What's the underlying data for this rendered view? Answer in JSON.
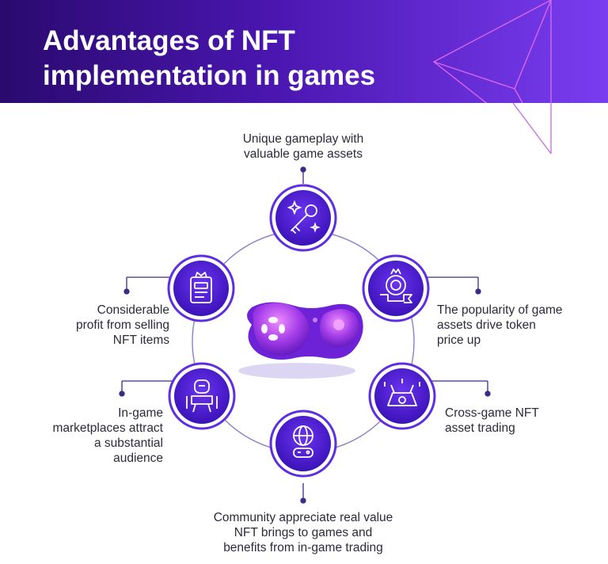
{
  "title": {
    "line1": "Advantages of NFT",
    "line2": "implementation in games"
  },
  "colors": {
    "banner_dark": "#2a0a6e",
    "banner_light": "#7a3df0",
    "node_fill": "#4b1fc9",
    "node_ring": "#6a3bf0",
    "accent_pink": "#d63ff0",
    "text": "#2b2b3a",
    "connector": "#3d2a86"
  },
  "center_icon": "gamepad-icon",
  "advantages": [
    {
      "icon": "key-icon",
      "lines": [
        "Unique gameplay with",
        "valuable game assets"
      ]
    },
    {
      "icon": "award-ribbon-icon",
      "lines": [
        "The popularity of game",
        "assets drive token",
        "price up"
      ]
    },
    {
      "icon": "spaceship-icon",
      "lines": [
        "Cross-game NFT",
        "asset trading"
      ]
    },
    {
      "icon": "globe-gamepad-icon",
      "lines": [
        "Community appreciate real value",
        "NFT brings to games and",
        "benefits from in-game trading"
      ]
    },
    {
      "icon": "robot-icon",
      "lines": [
        "In-game",
        "marketplaces attract",
        "a substantial",
        "audience"
      ]
    },
    {
      "icon": "item-card-icon",
      "lines": [
        "Considerable",
        "profit from selling",
        "NFT items"
      ]
    }
  ]
}
